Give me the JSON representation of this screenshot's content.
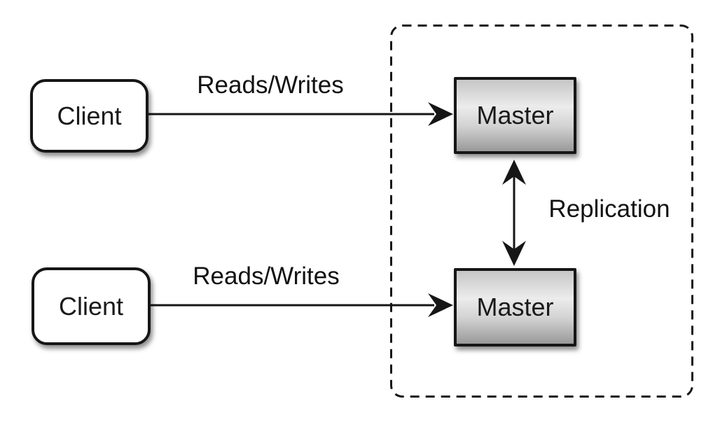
{
  "nodes": {
    "client_top": {
      "label": "Client"
    },
    "client_bottom": {
      "label": "Client"
    },
    "master_top": {
      "label": "Master"
    },
    "master_bottom": {
      "label": "Master"
    }
  },
  "edges": {
    "reads_writes_top": {
      "label": "Reads/Writes"
    },
    "reads_writes_bottom": {
      "label": "Reads/Writes"
    },
    "replication": {
      "label": "Replication"
    }
  },
  "colors": {
    "background": "#ffffff",
    "stroke": "#161616",
    "client_fill": "#ffffff",
    "master_gradient_top": "#c6c6c6",
    "master_gradient_mid": "#ececec",
    "master_gradient_bottom": "#999999",
    "text": "#111111"
  }
}
